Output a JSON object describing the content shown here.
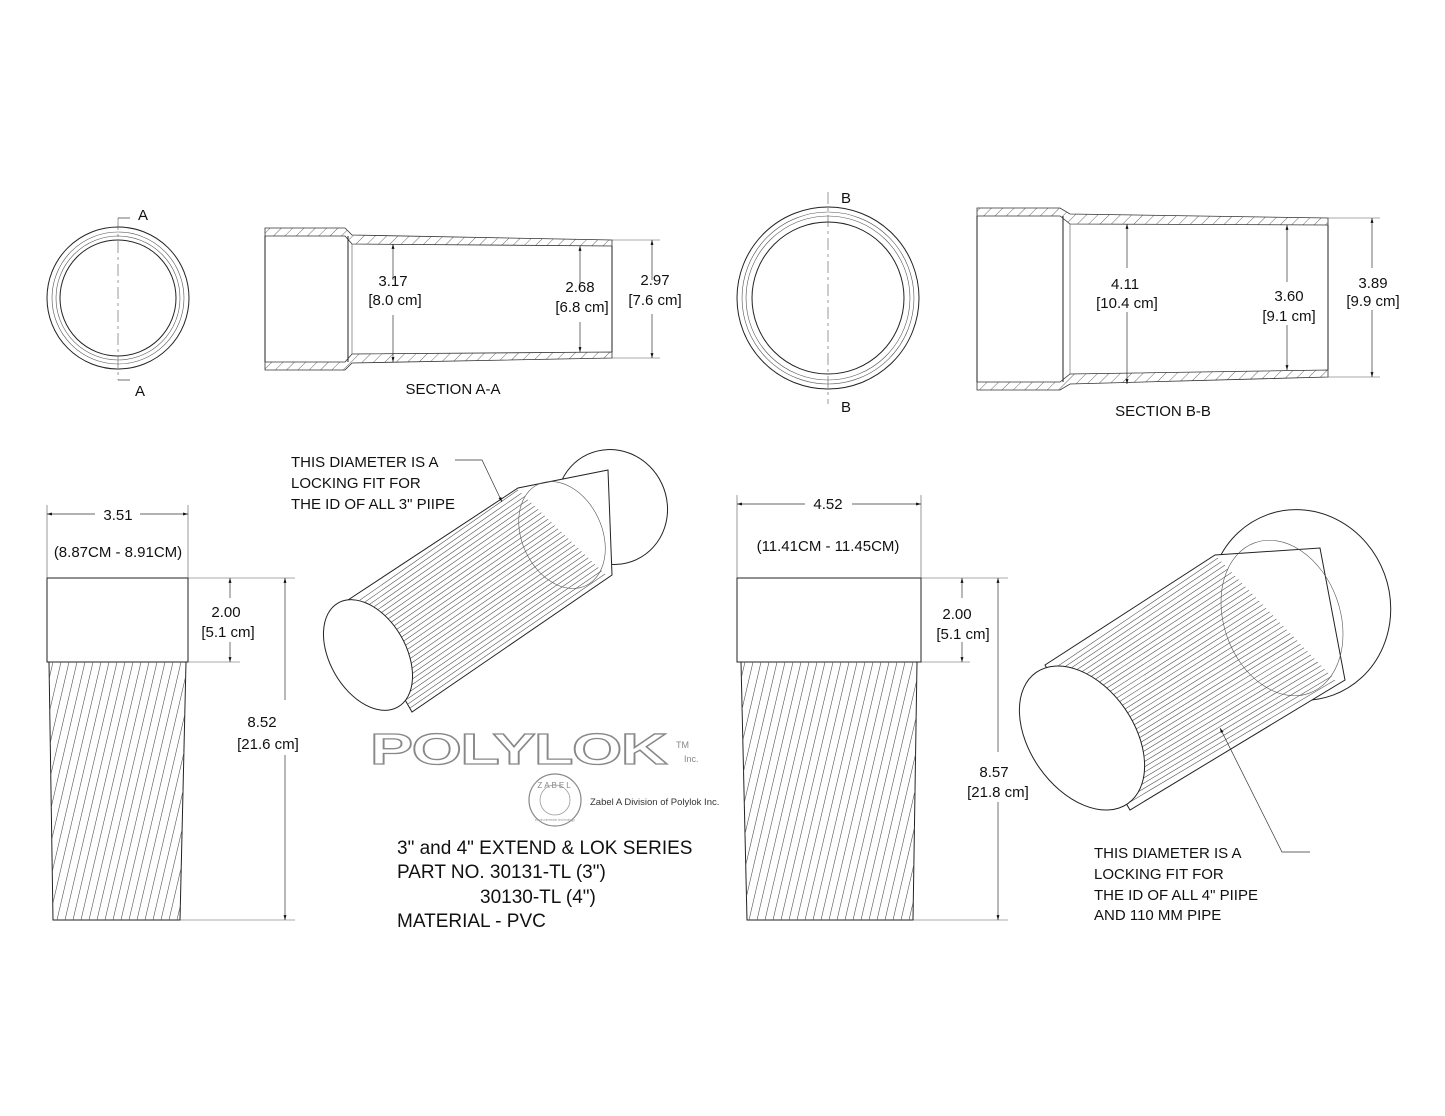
{
  "section_a": {
    "cut_label_top": "A",
    "cut_label_bottom": "A",
    "title": "SECTION  A-A",
    "dims": [
      {
        "value": "3.17",
        "metric": "[8.0 cm]"
      },
      {
        "value": "2.68",
        "metric": "[6.8 cm]"
      },
      {
        "value": "2.97",
        "metric": "[7.6 cm]"
      }
    ]
  },
  "section_b": {
    "cut_label_top": "B",
    "cut_label_bottom": "B",
    "title": "SECTION  B-B",
    "dims": [
      {
        "value": "4.11",
        "metric": "[10.4 cm]"
      },
      {
        "value": "3.60",
        "metric": "[9.1 cm]"
      },
      {
        "value": "3.89",
        "metric": "[9.9 cm]"
      }
    ]
  },
  "elevation_3in": {
    "width": "3.51",
    "width_range": "(8.87CM - 8.91CM)",
    "cap_height": "2.00",
    "cap_height_metric": "[5.1 cm]",
    "total_height": "8.52",
    "total_height_metric": "[21.6 cm]"
  },
  "elevation_4in": {
    "width": "4.52",
    "width_range": "(11.41CM - 11.45CM)",
    "cap_height": "2.00",
    "cap_height_metric": "[5.1 cm]",
    "total_height": "8.57",
    "total_height_metric": "[21.8 cm]"
  },
  "callout_3in": [
    "THIS DIAMETER IS A",
    "LOCKING FIT FOR",
    "THE ID OF ALL 3\" PIIPE"
  ],
  "callout_4in": [
    "THIS DIAMETER IS A",
    "LOCKING FIT FOR",
    "THE ID OF ALL 4\" PIIPE",
    "AND 110 MM PIPE"
  ],
  "logo": {
    "brand": "POLYLOK",
    "tm": "TM",
    "inc": "Inc.",
    "seal": "ZABEL",
    "seal_sub": "environmental technology",
    "division": "Zabel A Division of Polylok Inc."
  },
  "title_block": {
    "series": "3\" and 4\" EXTEND & LOK SERIES",
    "part_line1": "PART NO. 30131-TL  (3\")",
    "part_line2": "30130-TL  (4\")",
    "material": "MATERIAL - PVC"
  }
}
